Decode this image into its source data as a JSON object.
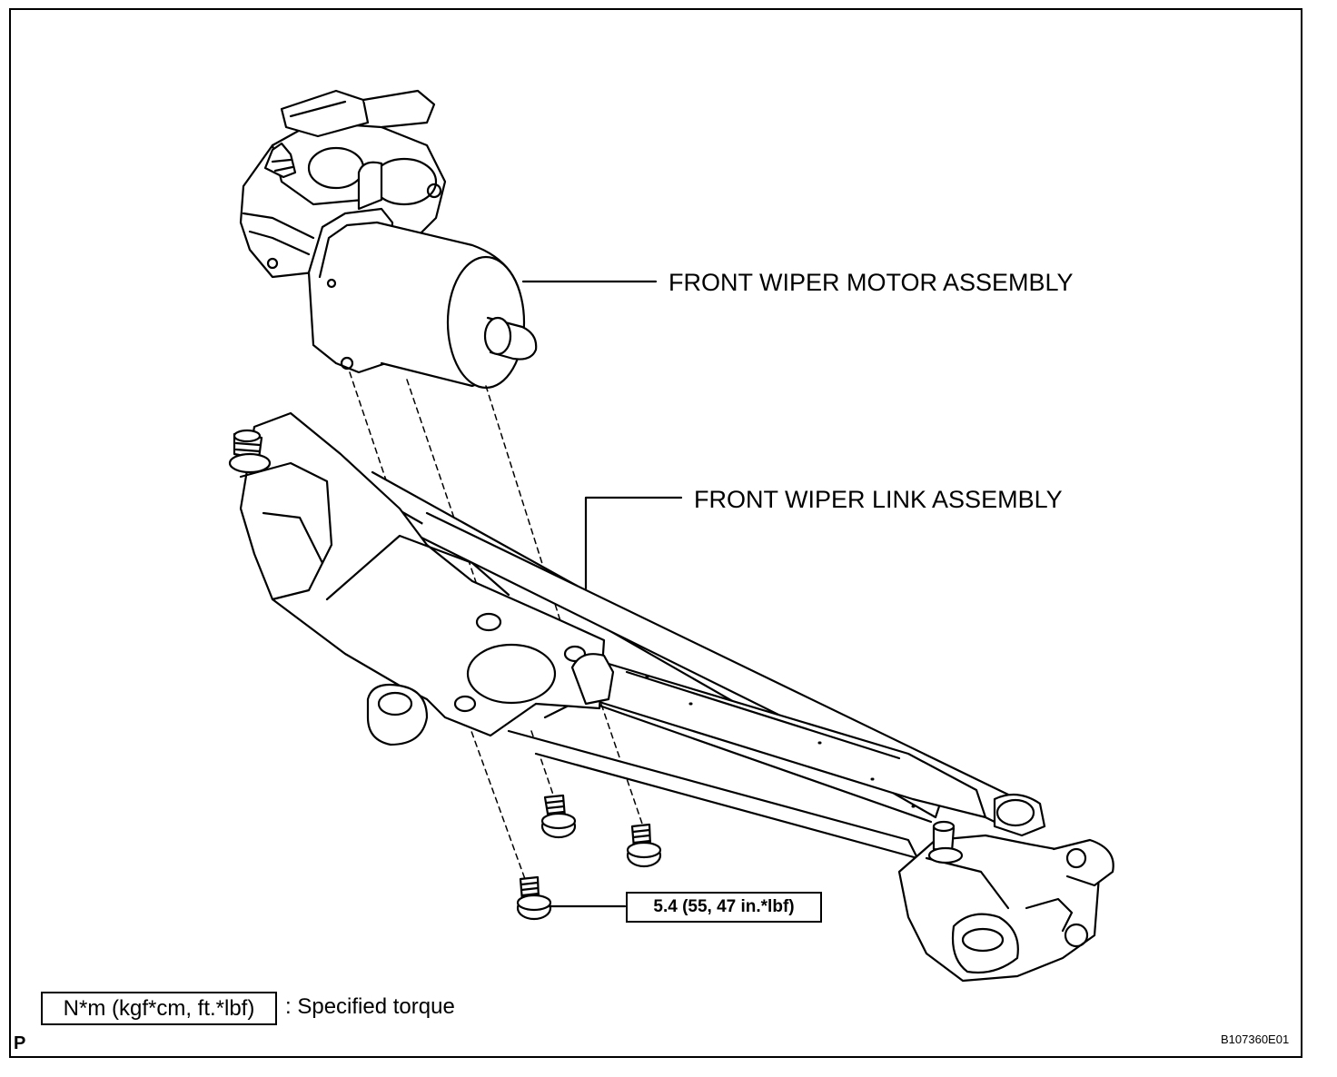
{
  "labels": {
    "motor": "FRONT WIPER MOTOR ASSEMBLY",
    "link": "FRONT WIPER LINK ASSEMBLY",
    "torque_value": "5.4 (55, 47 in.*lbf)"
  },
  "legend": {
    "unit_box": "N*m (kgf*cm, ft.*lbf)",
    "description": ": Specified torque"
  },
  "section_letter": "P",
  "figure_code": "B107360E01"
}
